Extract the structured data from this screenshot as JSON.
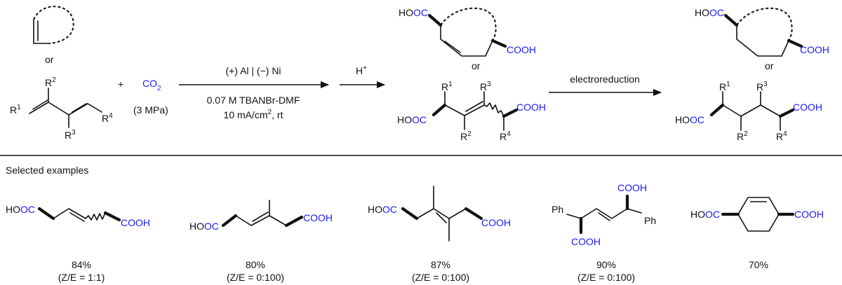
{
  "scheme": {
    "or_text": "or",
    "plus": "+",
    "co2": {
      "text": "CO",
      "sub": "2",
      "color": "#1a1aff"
    },
    "pressure": "(3 MPa)",
    "r": {
      "R": "R",
      "s1": "1",
      "s2": "2",
      "s3": "3",
      "s4": "4"
    },
    "acid": {
      "hooc": "HOOC",
      "cooh": "COOH"
    },
    "step1": {
      "top": "(+) Al | (−) Ni",
      "line2": "0.07 M TBANBr-DMF",
      "line3_a": "10 mA/cm",
      "line3_sup": "2",
      "line3_b": ", rt"
    },
    "step2": {
      "h": "H",
      "sup": "+"
    },
    "step3": {
      "label": "electroreduction"
    }
  },
  "examples": {
    "title": "Selected examples",
    "ph": "Ph",
    "items": [
      {
        "yield": "84%",
        "ratio": "(Z/E = 1:1)"
      },
      {
        "yield": "80%",
        "ratio": "(Z/E = 0:100)"
      },
      {
        "yield": "87%",
        "ratio": "(Z/E = 0:100)"
      },
      {
        "yield": "90%",
        "ratio": "(Z/E = 0:100)"
      },
      {
        "yield": "70%",
        "ratio": ""
      }
    ]
  }
}
